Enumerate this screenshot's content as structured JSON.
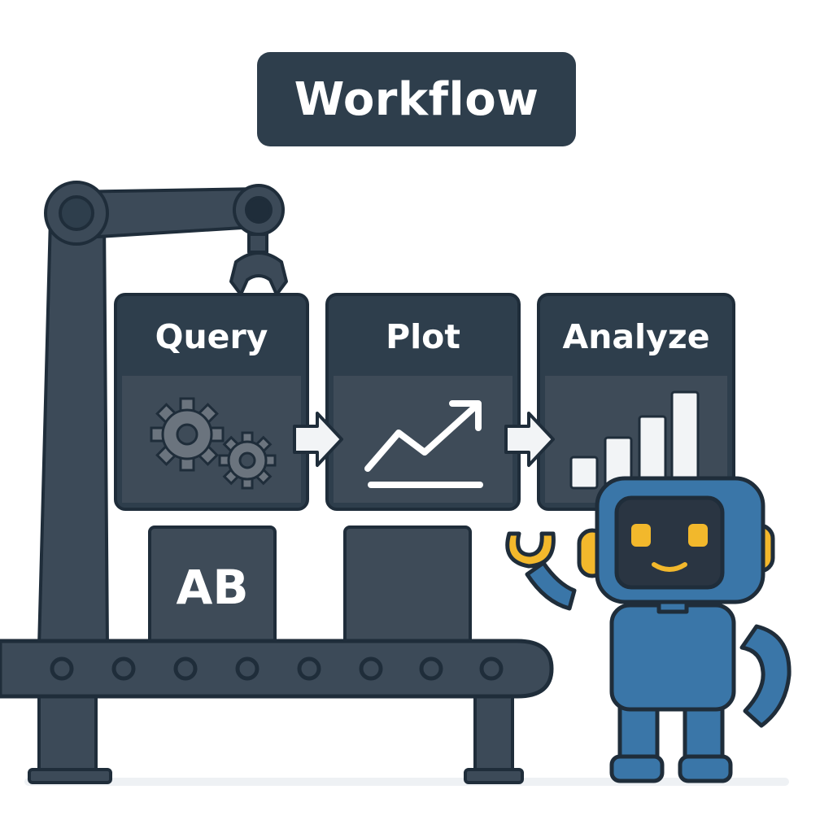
{
  "title": "Workflow",
  "steps": [
    {
      "label": "Query",
      "icon": "gears-icon"
    },
    {
      "label": "Plot",
      "icon": "trend-line-icon"
    },
    {
      "label": "Analyze",
      "icon": "bar-chart-icon"
    }
  ],
  "conveyor_boxes": [
    {
      "label": "AB"
    },
    {
      "label": ""
    }
  ],
  "colors": {
    "dark_slate": "#2e3e4c",
    "card_body": "#3e4b58",
    "robot_blue": "#3a76a8",
    "robot_accent": "#f2b82c"
  }
}
